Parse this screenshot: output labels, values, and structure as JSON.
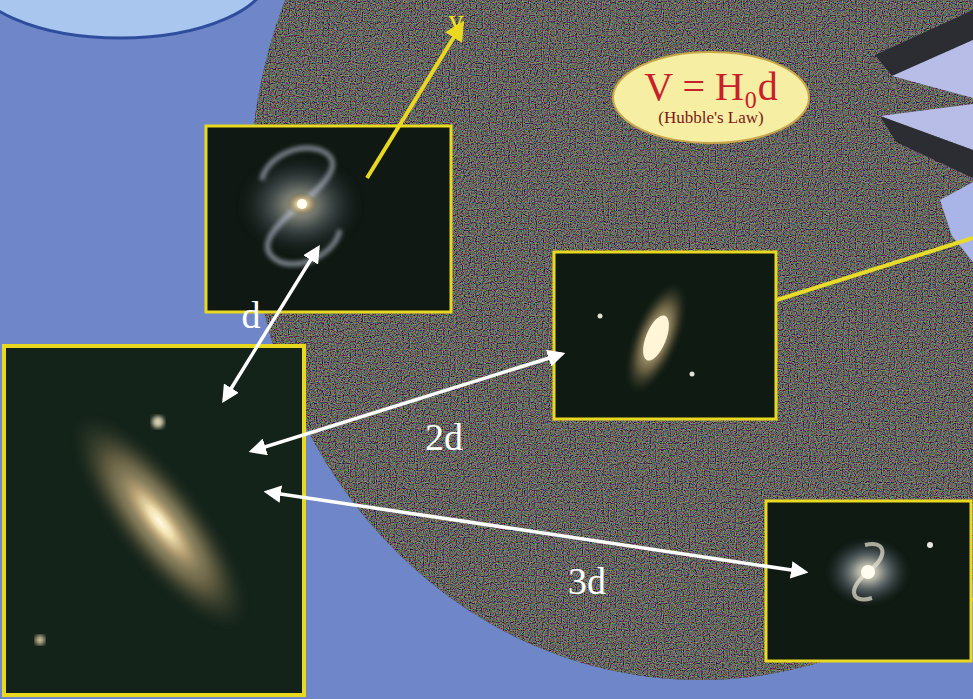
{
  "diagram": {
    "nodes": [
      {
        "text": [
          "V = H₀d",
          "(Hubble's Law)"
        ]
      }
    ],
    "labels": [
      "v",
      "d",
      "2d",
      "3d"
    ]
  }
}
